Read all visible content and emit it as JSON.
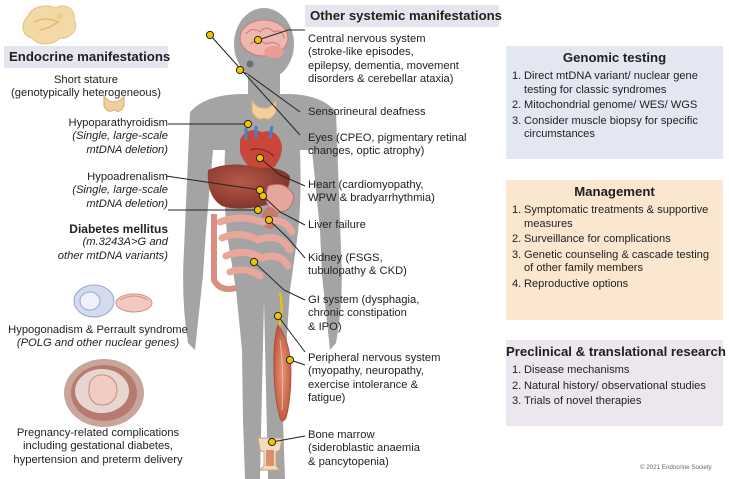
{
  "left": {
    "header": "Endocrine manifestations",
    "short_stature": [
      "Short stature",
      "(genotypically heterogeneous)"
    ],
    "hypopara": [
      "Hypoparathyroidism",
      "(Single, large-scale",
      "mtDNA deletion)"
    ],
    "hypoadrenal": [
      "Hypoadrenalism",
      "(Single, large-scale",
      "mtDNA deletion)"
    ],
    "diabetes": [
      "Diabetes mellitus",
      "(m.3243A>G and",
      "other mtDNA variants)"
    ],
    "hypogonadism": [
      "Hypogonadism & Perrault syndrome",
      "(POLG and other nuclear genes)"
    ],
    "pregnancy": [
      "Pregnancy-related complications",
      "including gestational diabetes,",
      "hypertension and preterm delivery"
    ]
  },
  "systemic": {
    "header": "Other systemic manifestations",
    "cns": [
      "Central nervous system",
      "(stroke-like episodes,",
      "epilepsy, dementia, movement",
      "disorders & cerebellar ataxia)"
    ],
    "deafness": [
      "Sensorineural deafness"
    ],
    "eyes": [
      "Eyes (CPEO, pigmentary retinal",
      "changes, optic atrophy)"
    ],
    "heart": [
      "Heart (cardiomyopathy,",
      "WPW & bradyarrhythmia)"
    ],
    "liver": [
      "Liver failure"
    ],
    "kidney": [
      "Kidney (FSGS,",
      "tubulopathy & CKD)"
    ],
    "gi": [
      "GI system (dysphagia,",
      "chronic constipation",
      "& IPO)"
    ],
    "pns": [
      "Peripheral nervous system",
      "(myopathy, neuropathy,",
      "exercise intolerance &",
      "fatigue)"
    ],
    "marrow": [
      "Bone marrow",
      "(sideroblastic anaemia",
      "& pancytopenia)"
    ]
  },
  "panels": {
    "genomic": {
      "title": "Genomic testing",
      "items": [
        {
          "n": "1.",
          "text": "Direct mtDNA variant/ nuclear gene testing for classic syndromes"
        },
        {
          "n": "2.",
          "text": "Mitochondrial genome/ WES/ WGS"
        },
        {
          "n": "3.",
          "text": "Consider muscle biopsy for specific circumstances"
        }
      ]
    },
    "management": {
      "title": "Management",
      "items": [
        {
          "n": "1.",
          "text": "Symptomatic treatments & supportive measures"
        },
        {
          "n": "2.",
          "text": "Surveillance for complications"
        },
        {
          "n": "3.",
          "text": "Genetic counseling & cascade testing of other family members"
        },
        {
          "n": "4.",
          "text": "Reproductive options"
        }
      ]
    },
    "preclinical": {
      "title": "Preclinical & translational research",
      "items": [
        {
          "n": "1.",
          "text": "Disease mechanisms"
        },
        {
          "n": "2.",
          "text": "Natural history/ observational studies"
        },
        {
          "n": "3.",
          "text": "Trials of novel therapies"
        }
      ]
    }
  },
  "copyright": "© 2021 Endocrine Society",
  "colors": {
    "header_bg": "#e4e5ef",
    "body_silhouette": "#a4a4a4",
    "genomic_bg": "#e3e7f2",
    "management_bg": "#fbe7d0",
    "preclinical_bg": "#ece6ef",
    "marker_fill": "#f2c400"
  }
}
